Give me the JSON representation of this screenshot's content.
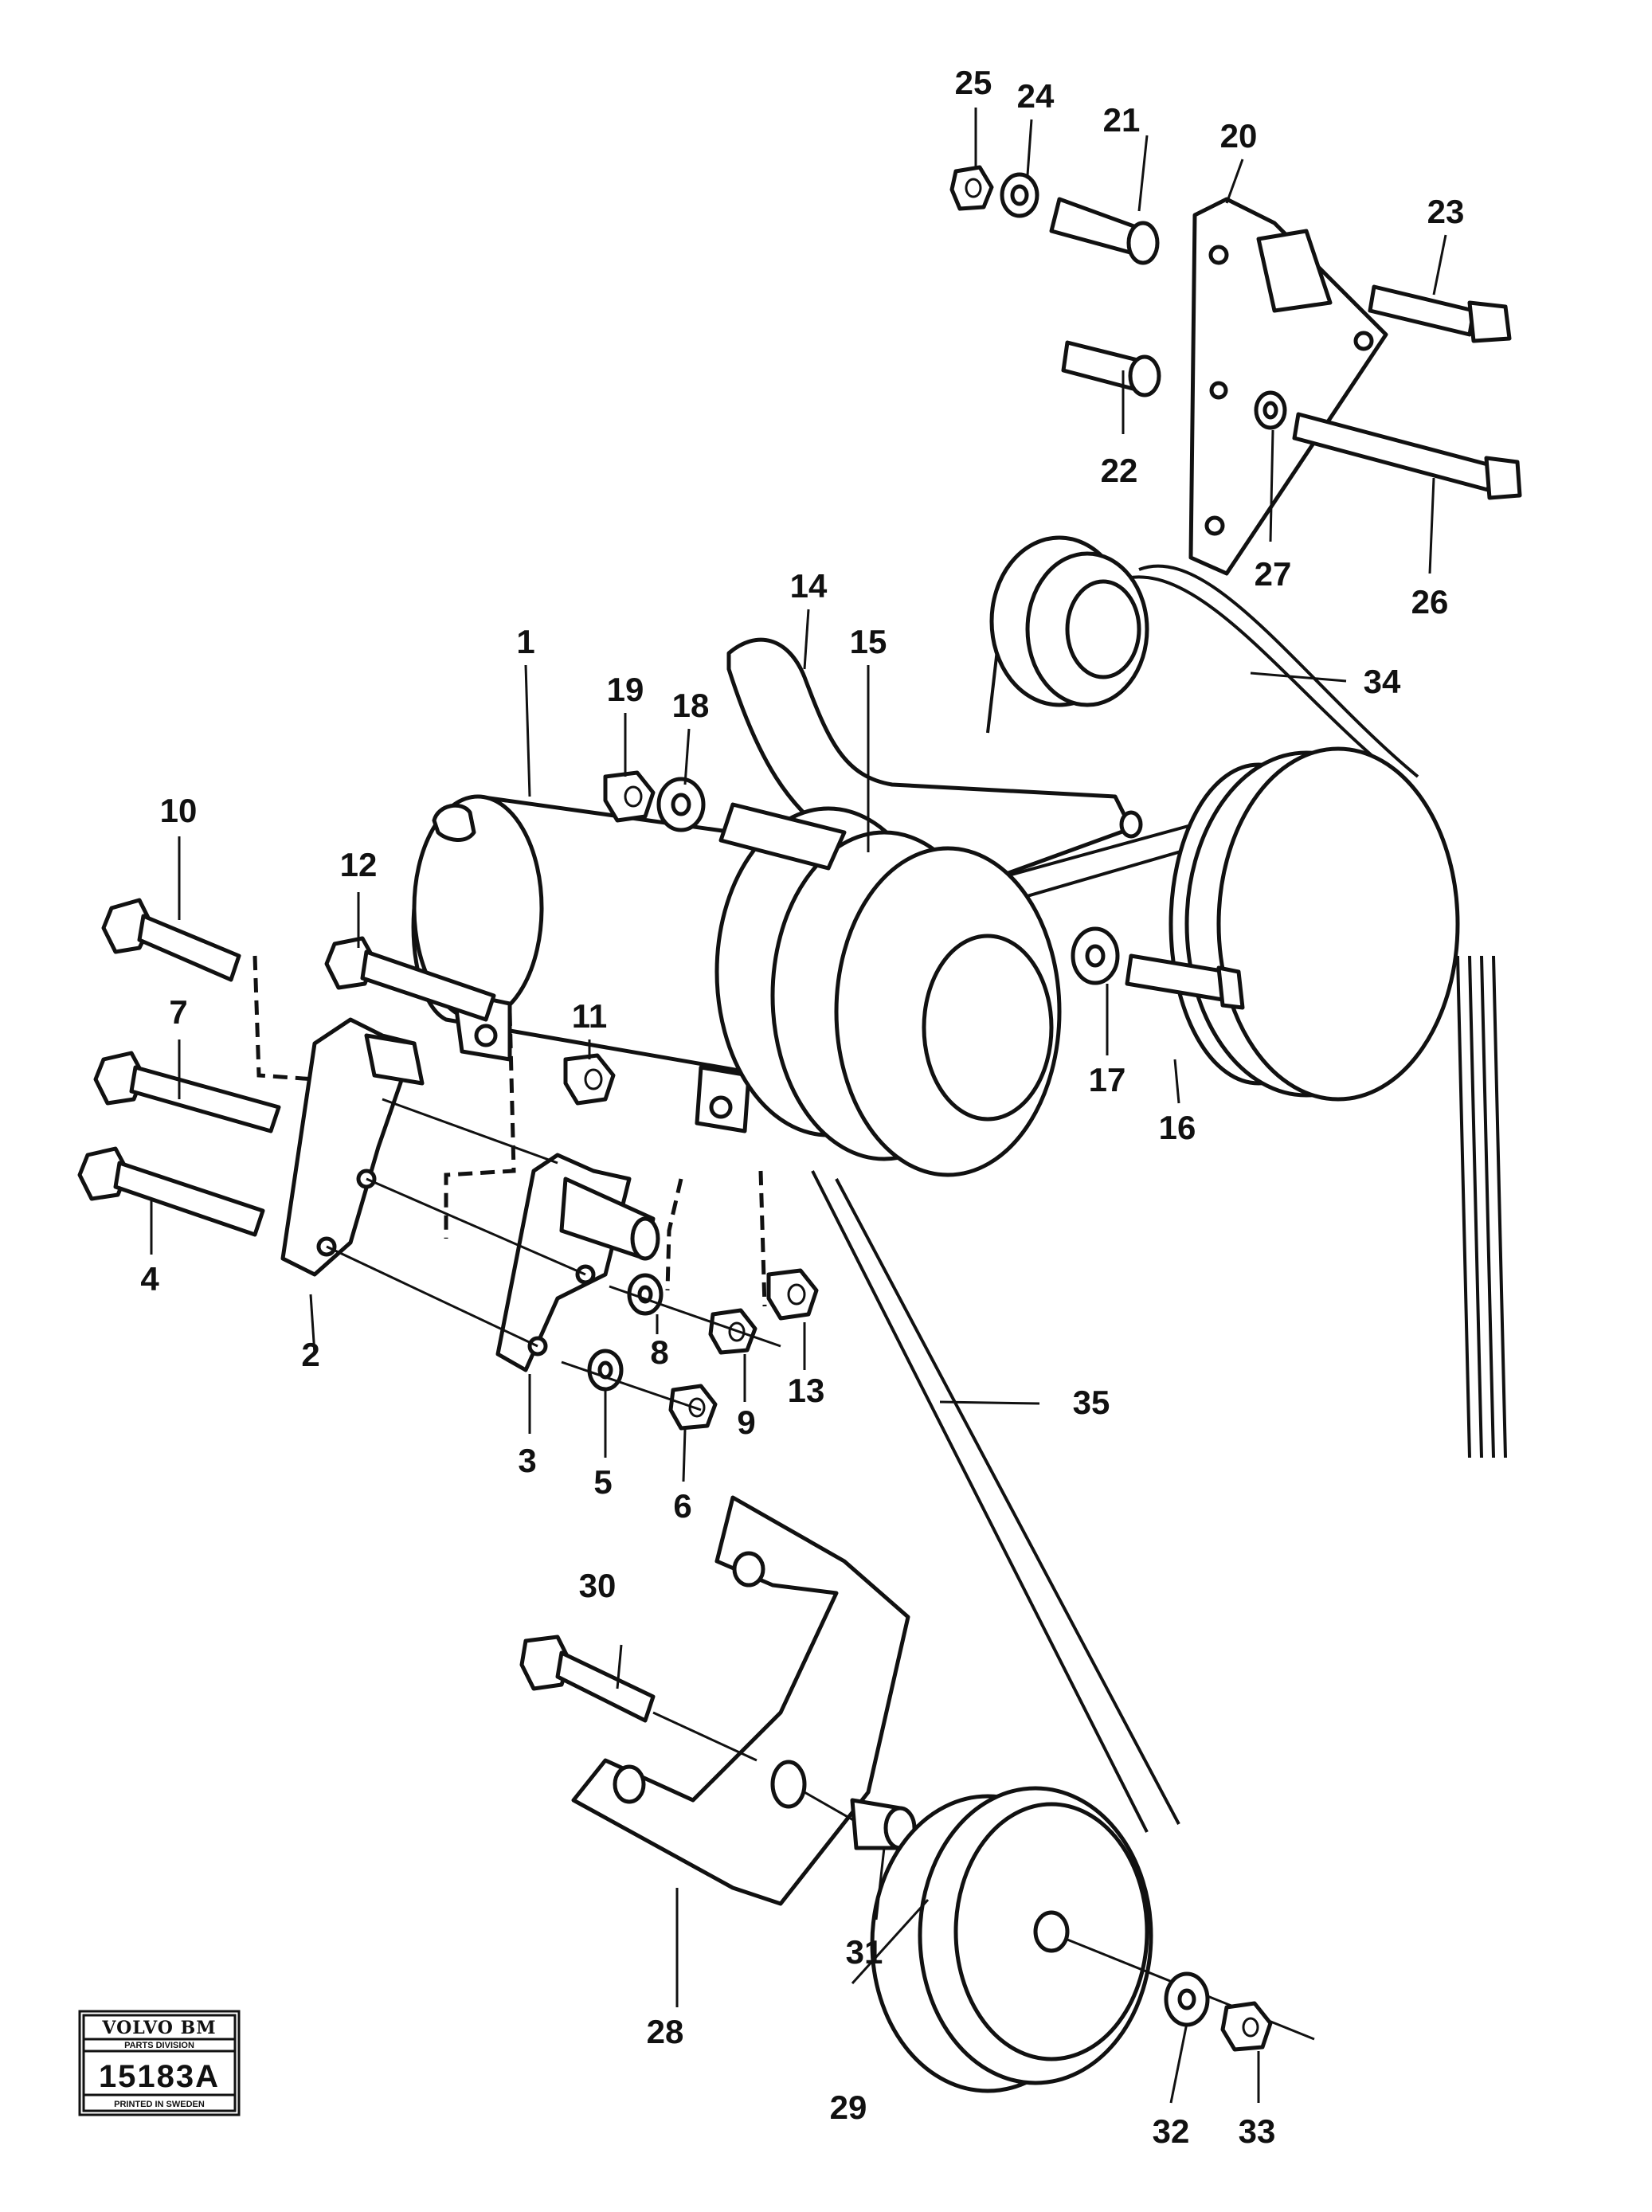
{
  "diagram": {
    "part_numbers": [
      "1",
      "2",
      "3",
      "4",
      "5",
      "6",
      "7",
      "8",
      "9",
      "10",
      "11",
      "12",
      "13",
      "14",
      "15",
      "16",
      "17",
      "18",
      "19",
      "20",
      "21",
      "22",
      "23",
      "24",
      "25",
      "26",
      "27",
      "28",
      "29",
      "30",
      "31",
      "32",
      "33",
      "34",
      "35"
    ]
  },
  "stamp": {
    "brand": "VOLVO BM",
    "division": "PARTS DIVISION",
    "code": "15183A",
    "printed": "PRINTED IN SWEDEN"
  }
}
